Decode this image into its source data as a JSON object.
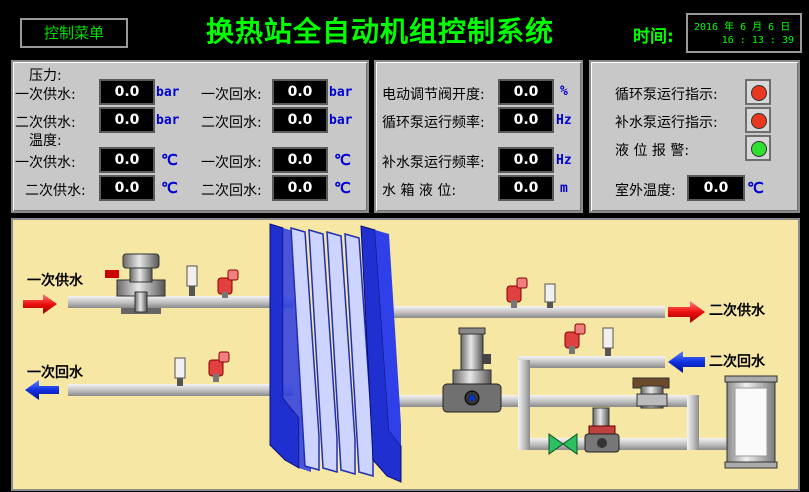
{
  "header": {
    "menu_button": "控制菜单",
    "title": "换热站全自动机组控制系统",
    "time_label": "时间:",
    "date": "2016 年 6 月 6 日",
    "time": "16 : 13 : 39"
  },
  "colors": {
    "lamp_off": "#e83820",
    "lamp_on": "#30e030",
    "accent": "#00ff00"
  },
  "pressure": {
    "heading": "压力:",
    "rows": [
      {
        "l_label": "一次供水:",
        "l_value": "0.0",
        "l_unit": "bar",
        "r_label": "一次回水:",
        "r_value": "0.0",
        "r_unit": "bar"
      },
      {
        "l_label": "二次供水:",
        "l_value": "0.0",
        "l_unit": "bar",
        "r_label": "二次回水:",
        "r_value": "0.0",
        "r_unit": "bar"
      }
    ]
  },
  "temperature": {
    "heading": "温度:",
    "rows": [
      {
        "l_label": "一次供水:",
        "l_value": "0.0",
        "l_unit": "℃",
        "r_label": "一次回水:",
        "r_value": "0.0",
        "r_unit": "℃"
      },
      {
        "l_label": "二次供水:",
        "l_value": "0.0",
        "l_unit": "℃",
        "r_label": "二次回水:",
        "r_value": "0.0",
        "r_unit": "℃"
      }
    ]
  },
  "middle": [
    {
      "label": "电动调节阀开度:",
      "value": "0.0",
      "unit": "%"
    },
    {
      "label": "循环泵运行频率:",
      "value": "0.0",
      "unit": "Hz"
    },
    {
      "label": "补水泵运行频率:",
      "value": "0.0",
      "unit": "Hz"
    },
    {
      "label": "水  箱  液  位:",
      "value": "0.0",
      "unit": "m"
    }
  ],
  "indicators": [
    {
      "label": "循环泵运行指示:",
      "state": "off"
    },
    {
      "label": "补水泵运行指示:",
      "state": "off"
    },
    {
      "label": "液  位  报  警:",
      "state": "on"
    }
  ],
  "outdoor": {
    "label": "室外温度:",
    "value": "0.0",
    "unit": "℃"
  },
  "process": {
    "primary_supply": "一次供水",
    "primary_return": "一次回水",
    "secondary_supply": "二次供水",
    "secondary_return": "二次回水"
  }
}
